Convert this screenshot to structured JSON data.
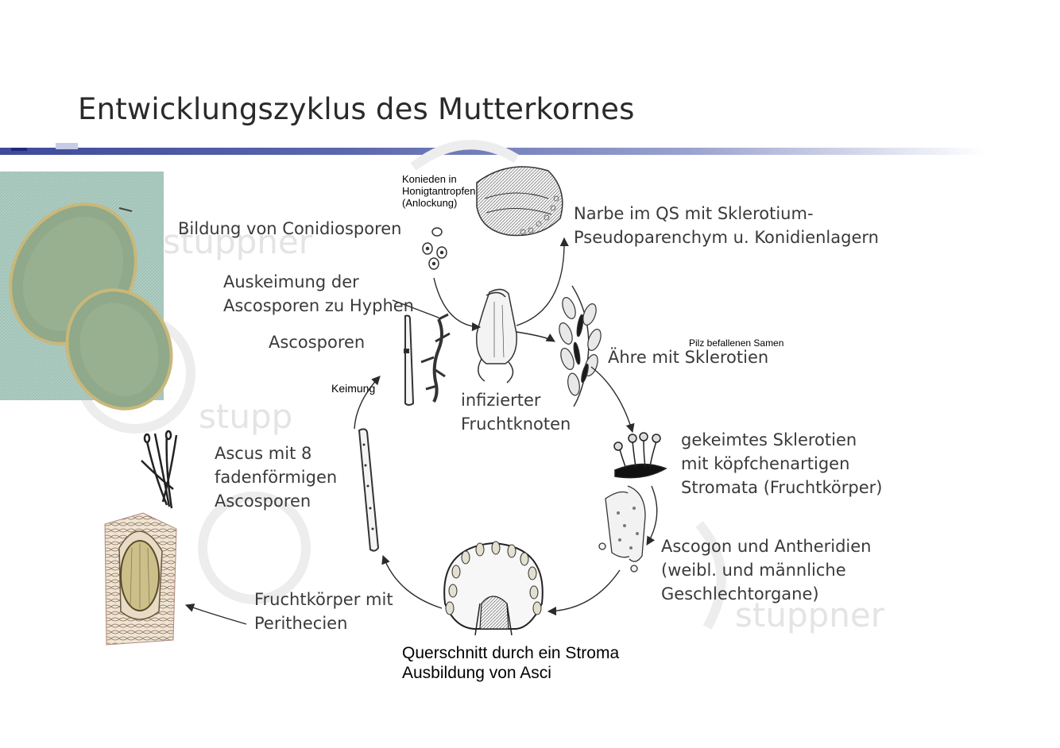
{
  "title": "Entwicklungszyklus des Mutterkornes",
  "labels": {
    "conidiospores": "Bildung von Conidiosporen",
    "konidien": [
      "Konieden in",
      "Honigtantropfen",
      "(Anlockung)"
    ],
    "narbe": [
      "Narbe im QS mit Sklerotium-",
      "Pseudoparenchym u. Konidienlagern"
    ],
    "auskeimung": [
      "Auskeimung der",
      "Ascosporen zu Hyphen"
    ],
    "ascosporen": "Ascosporen",
    "pilz_samen": "Pilz befallenen Samen",
    "aehre": "Ähre mit Sklerotien",
    "keimung": "Keimung",
    "fruchtknoten": [
      "infizierter",
      "Fruchtknoten"
    ],
    "sklerotien": [
      "gekeimtes Sklerotien",
      "mit köpfchenartigen",
      "Stromata (Fruchtkörper)"
    ],
    "ascus": [
      "Ascus mit 8",
      "fadenförmigen",
      "Ascosporen"
    ],
    "ascogon": [
      "Ascogon und Antheridien",
      "(weibl. und männliche",
      "Geschlechtorgane)"
    ],
    "fruchtkoerper": [
      "Fruchtkörper mit",
      "Perithecien"
    ],
    "querschnitt": [
      "Querschnitt durch ein Stroma",
      "Ausbildung von Asci"
    ]
  },
  "watermarks": [
    "stuppner",
    "stupp",
    "stuppner"
  ],
  "colors": {
    "accent": "#3d4b9a",
    "micrograph_bg": "#9fc4b8",
    "stroke": "#2b2b2b"
  }
}
